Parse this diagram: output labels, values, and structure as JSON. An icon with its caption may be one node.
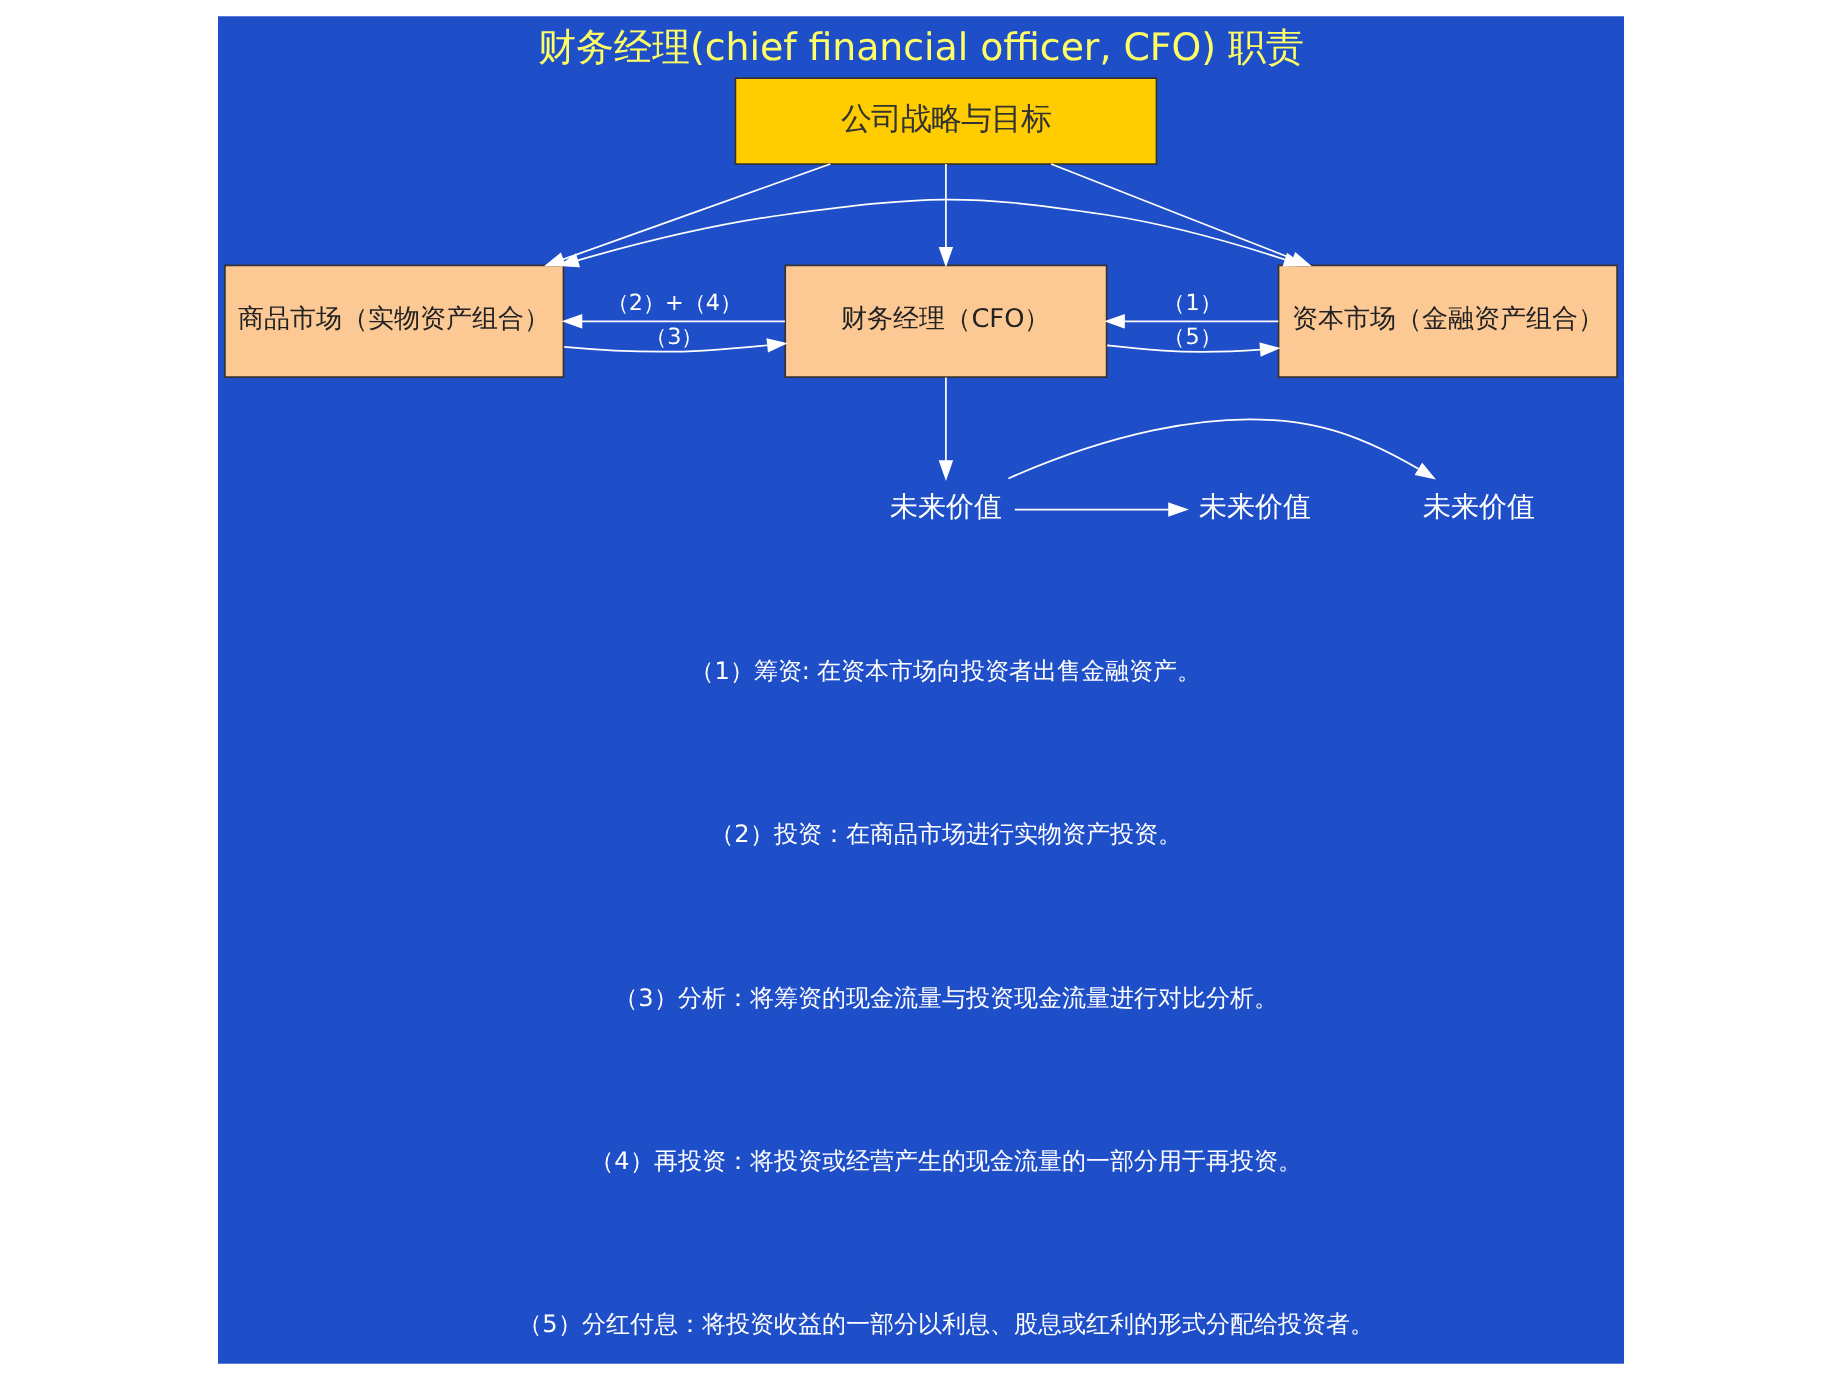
{
  "diagram": {
    "title": "财务经理(chief financial officer, CFO) 职责",
    "nodes": [
      {
        "text": [
          "公司战略与目标"
        ]
      },
      {
        "text": [
          "商品市场（实物资产组合）"
        ]
      },
      {
        "text": [
          "财务经理（CFO）"
        ]
      },
      {
        "text": [
          "资本市场（金融资产组合）"
        ]
      },
      {
        "text": [
          "未来价值"
        ]
      },
      {
        "text": [
          "未来价值"
        ]
      },
      {
        "text": [
          "未来价值"
        ]
      }
    ],
    "edges": [
      {
        "from": 0,
        "to": 1,
        "arrow": "to"
      },
      {
        "from": 0,
        "to": 2,
        "arrow": "to"
      },
      {
        "from": 0,
        "to": 3,
        "arrow": "to"
      },
      {
        "from": 2,
        "to": 1,
        "arrow": "to",
        "label": "（2）+（4）"
      },
      {
        "from": 1,
        "to": 2,
        "arrow": "to",
        "label": "（3）"
      },
      {
        "from": 3,
        "to": 2,
        "arrow": "to",
        "label": "（1）"
      },
      {
        "from": 2,
        "to": 3,
        "arrow": "to",
        "label": "（5）"
      },
      {
        "from": 2,
        "to": 5,
        "arrow": "to"
      },
      {
        "from": 5,
        "to": 4,
        "arrow": "to"
      },
      {
        "from": 5,
        "to": 6,
        "arrow": "to"
      },
      {
        "from": 1,
        "to": 3,
        "arrow": "both"
      }
    ],
    "labels": [
      "（1）筹资: 在资本市场向投资者出售金融资产。",
      "（2）投资：在商品市场进行实物资产投资。",
      "（3）分析：将筹资的现金流量与投资现金流量进行对比分析。",
      "（4）再投资：将投资或经营产生的现金流量的一部分用于再投资。",
      "（5）分红付息：将投资收益的一部分以利息、股息或红利的形式分配给投资者。"
    ]
  }
}
